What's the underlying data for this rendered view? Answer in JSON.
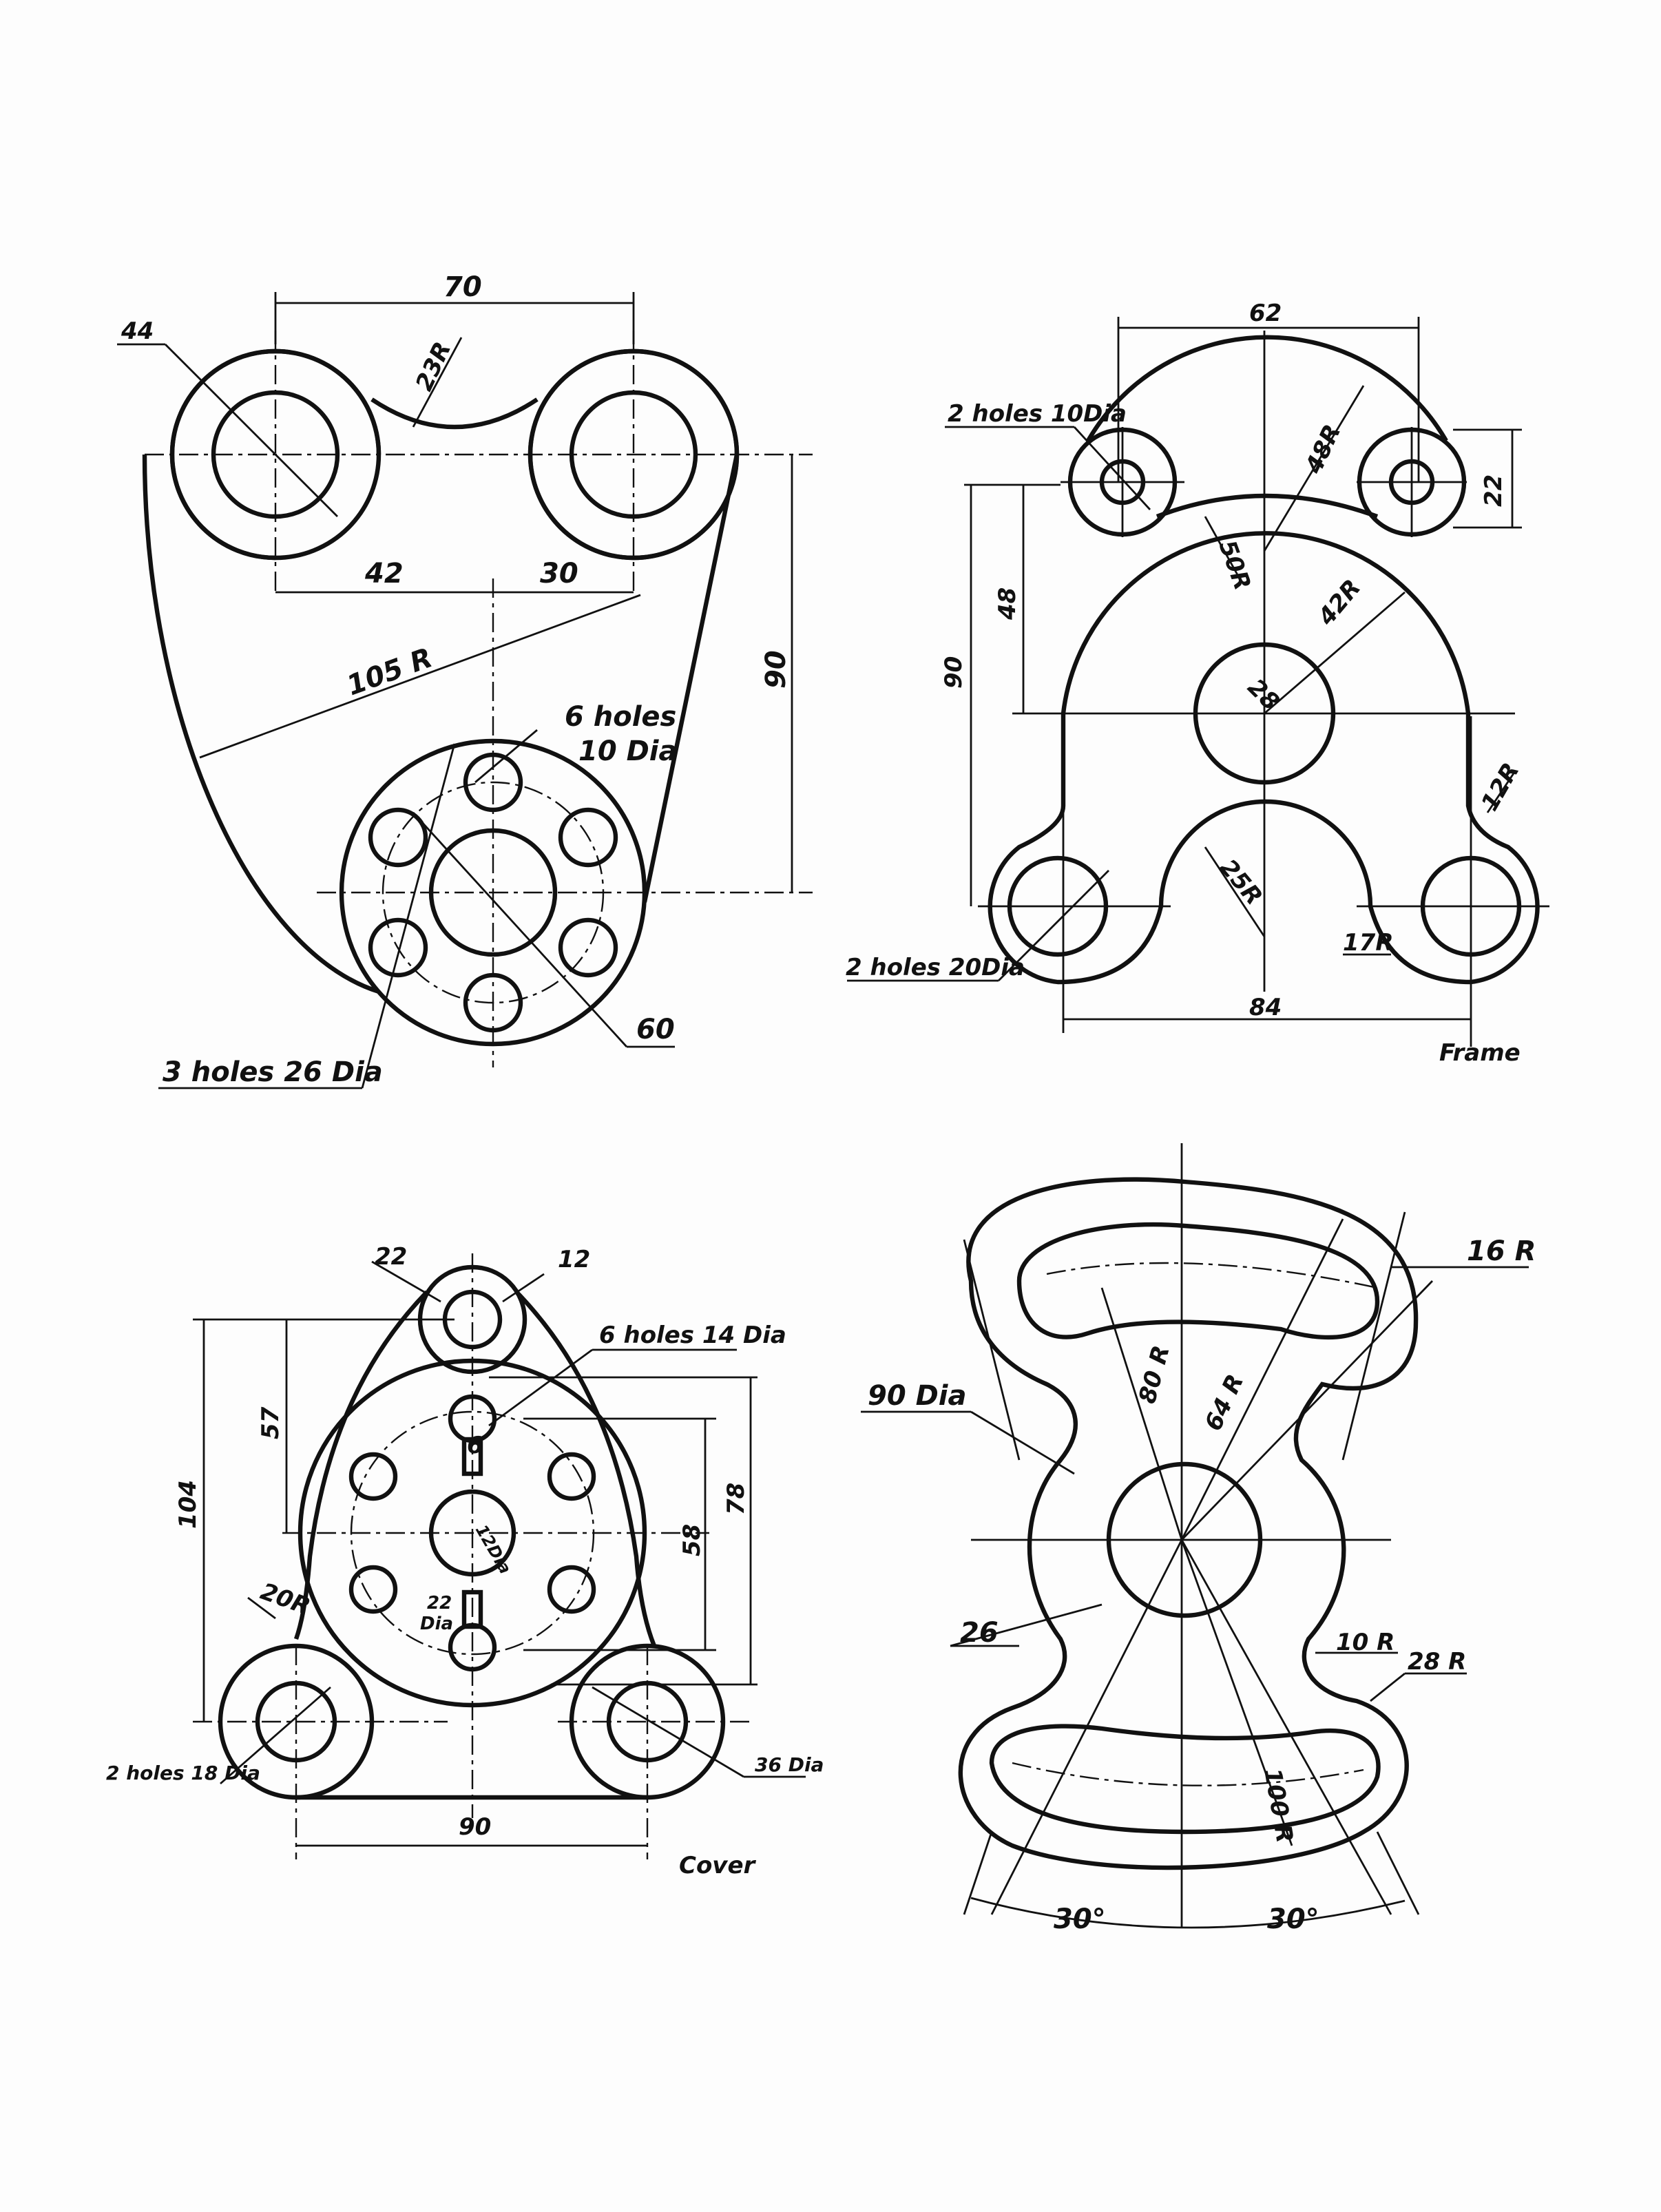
{
  "fig1": {
    "dims": {
      "d70": "70",
      "d44": "44",
      "r23": "23R",
      "d42": "42",
      "d30": "30",
      "r105": "105 R",
      "d90": "90",
      "d60": "60"
    },
    "notes": {
      "holes6_line1": "6 holes",
      "holes6_line2": "10 Dia",
      "holes3": "3 holes 26 Dia"
    }
  },
  "fig2": {
    "title": "Frame",
    "dims": {
      "d62": "62",
      "r48": "48R",
      "d22": "22",
      "d90": "90",
      "d48": "48",
      "r50": "50R",
      "r42": "42R",
      "d28": "28",
      "r12": "12R",
      "r25": "25R",
      "r17": "17R",
      "d84": "84"
    },
    "notes": {
      "holes10": "2 holes 10Dia",
      "holes20": "2 holes 20Dia"
    }
  },
  "fig3": {
    "title": "Cover",
    "dims": {
      "d22": "22",
      "d12": "12",
      "d57": "57",
      "d104": "104",
      "d78": "78",
      "d58": "58",
      "d6": "6",
      "d12dia": "12Dia",
      "d22dia_1": "22",
      "d22dia_2": "Dia",
      "r20": "20R",
      "d90": "90"
    },
    "notes": {
      "holes14": "6 holes 14 Dia",
      "holes18": "2 holes 18 Dia",
      "dia36": "36 Dia"
    }
  },
  "fig4": {
    "dims": {
      "r16": "16 R",
      "dia90": "90 Dia",
      "r80": "80 R",
      "r64": "64 R",
      "d26": "26",
      "r10": "10 R",
      "r28": "28 R",
      "r100": "100 R",
      "a30_left": "30°",
      "a30_right": "30°"
    }
  }
}
